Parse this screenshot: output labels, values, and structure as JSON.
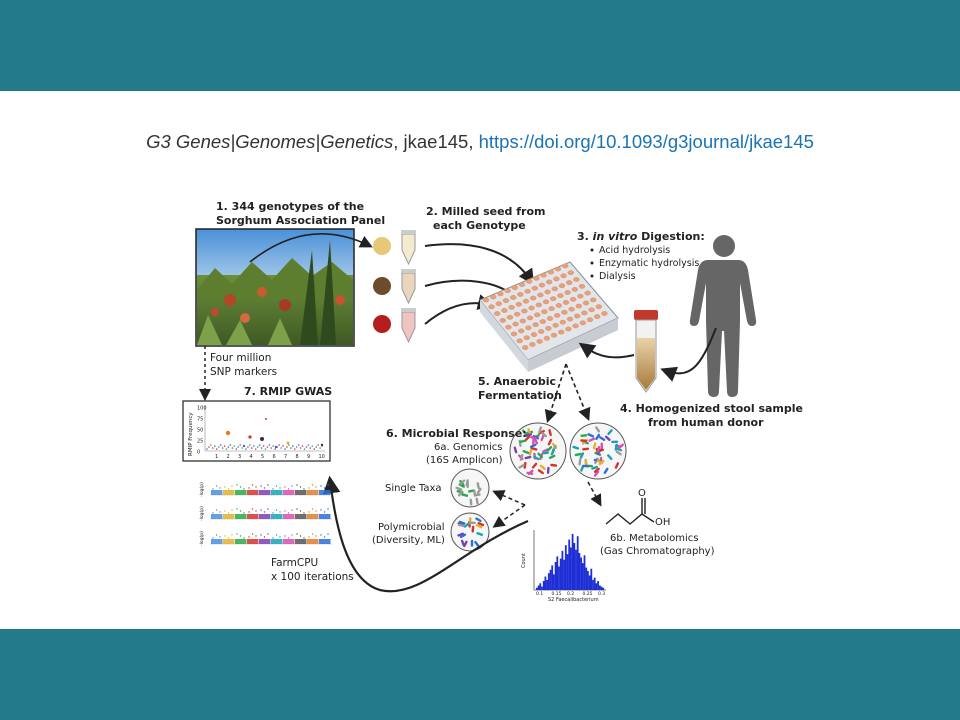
{
  "citation": {
    "journal": "G3 Genes|Genomes|Genetics",
    "article_id": ", jkae145, ",
    "doi_url": "https://doi.org/10.1093/g3journal/jkae145"
  },
  "steps": {
    "step1": {
      "line1": "1.  344 genotypes of the",
      "line2": "Sorghum Association Panel"
    },
    "step2": {
      "line1": "2. Milled seed from",
      "line2": "each Genotype"
    },
    "step3": {
      "num": "3. ",
      "italic": "in vitro",
      "rest": " Digestion:",
      "bullets": [
        "Acid hydrolysis",
        "Enzymatic hydrolysis",
        "Dialysis"
      ]
    },
    "step4": {
      "line1": "4. Homogenized stool sample",
      "line2": "from human donor"
    },
    "step5": {
      "line1": "5. Anaerobic",
      "line2": "Fermentation"
    },
    "step6": {
      "title": "6. Microbial Response:",
      "genomics": "6a. Genomics",
      "amplicon": "(16S Amplicon)"
    },
    "step6b": {
      "line1": "6b. Metabolomics",
      "line2": "(Gas Chromatography)"
    },
    "step7": {
      "title": "7. RMIP GWAS"
    }
  },
  "labels": {
    "snp1": "Four million",
    "snp2": "SNP markers",
    "single_taxa": "Single Taxa",
    "polymicrobial1": "Polymicrobial",
    "polymicrobial2": "(Diversity, ML)",
    "farmcpu1": "FarmCPU",
    "farmcpu2": "x 100 iterations",
    "oh": "OH",
    "o": "O"
  },
  "rmip_plot": {
    "ylabel": "RMIP Frequency",
    "yticks": [
      "100",
      "75",
      "50",
      "25",
      "0"
    ],
    "xticks": [
      "1",
      "2",
      "3",
      "4",
      "5",
      "6",
      "7",
      "8",
      "9",
      "10"
    ]
  },
  "manhattan": {
    "ylabel": "-log(p)"
  },
  "histogram": {
    "type": "bar",
    "xlabel": "S2 Faecalibacterium",
    "ylabel": "Count",
    "xticks": [
      "0.1",
      "0.15",
      "0.2",
      "0.25",
      "0.3"
    ],
    "color": "#1f2fd6",
    "values": [
      2,
      4,
      6,
      3,
      8,
      12,
      9,
      15,
      18,
      22,
      14,
      25,
      30,
      21,
      28,
      35,
      27,
      40,
      32,
      45,
      38,
      50,
      42,
      36,
      48,
      33,
      29,
      24,
      31,
      20,
      17,
      13,
      19,
      9,
      11,
      6,
      8,
      4,
      3,
      2
    ]
  },
  "colors": {
    "band": "#237a88",
    "doi_link": "#1a73b5",
    "tube_cap": "#c0392b",
    "wellplate": "#e9a077",
    "human": "#666666"
  }
}
